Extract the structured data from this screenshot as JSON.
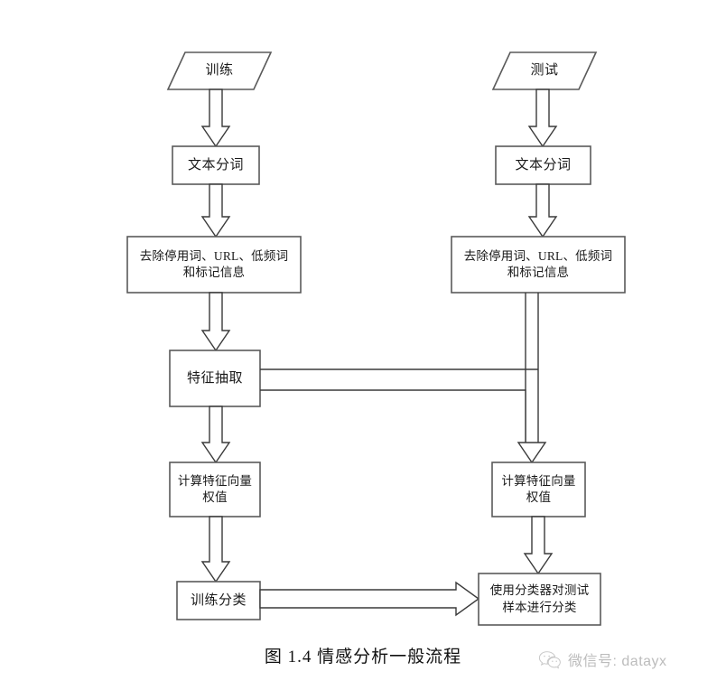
{
  "diagram": {
    "title": "情感分析一般流程",
    "caption": "图 1.4  情感分析一般流程",
    "line_color": "#5a5a5a",
    "fill_color": "#ffffff",
    "text_color": "#1a1a1a",
    "columns": [
      {
        "name": "training",
        "label": "训练"
      },
      {
        "name": "testing",
        "label": "测试"
      }
    ],
    "nodes": [
      {
        "id": "train-input",
        "shape": "parallelogram",
        "label": "训练"
      },
      {
        "id": "test-input",
        "shape": "parallelogram",
        "label": "测试"
      },
      {
        "id": "train-segment",
        "shape": "rect",
        "label": "文本分词"
      },
      {
        "id": "test-segment",
        "shape": "rect",
        "label": "文本分词"
      },
      {
        "id": "train-clean",
        "shape": "rect",
        "label": "去除停用词、URL、低频词\n和标记信息"
      },
      {
        "id": "test-clean",
        "shape": "rect",
        "label": "去除停用词、URL、低频词\n和标记信息"
      },
      {
        "id": "feature-extract",
        "shape": "rect",
        "label": "特征抽取"
      },
      {
        "id": "train-weight",
        "shape": "rect",
        "label": "计算特征向量\n权值"
      },
      {
        "id": "test-weight",
        "shape": "rect",
        "label": "计算特征向量\n权值"
      },
      {
        "id": "train-classify",
        "shape": "rect",
        "label": "训练分类"
      },
      {
        "id": "apply-classifier",
        "shape": "rect",
        "label": "使用分类器对测试\n样本进行分类"
      }
    ],
    "edges": [
      {
        "from": "train-input",
        "to": "train-segment",
        "style": "block-arrow-down"
      },
      {
        "from": "train-segment",
        "to": "train-clean",
        "style": "block-arrow-down"
      },
      {
        "from": "train-clean",
        "to": "feature-extract",
        "style": "block-arrow-down"
      },
      {
        "from": "feature-extract",
        "to": "train-weight",
        "style": "block-arrow-down"
      },
      {
        "from": "train-weight",
        "to": "train-classify",
        "style": "block-arrow-down"
      },
      {
        "from": "train-classify",
        "to": "apply-classifier",
        "style": "block-arrow-right"
      },
      {
        "from": "test-input",
        "to": "test-segment",
        "style": "block-arrow-down"
      },
      {
        "from": "test-segment",
        "to": "test-clean",
        "style": "block-arrow-down"
      },
      {
        "from": "test-clean",
        "to": "test-weight",
        "style": "block-arrow-down"
      },
      {
        "from": "feature-extract",
        "to": "test-weight",
        "style": "block-arrow-elbow-right"
      },
      {
        "from": "test-weight",
        "to": "apply-classifier",
        "style": "block-arrow-down"
      }
    ]
  },
  "watermark": {
    "text": "微信号: datayx",
    "icon": "wechat-icon",
    "color": "#b9b9b9"
  }
}
